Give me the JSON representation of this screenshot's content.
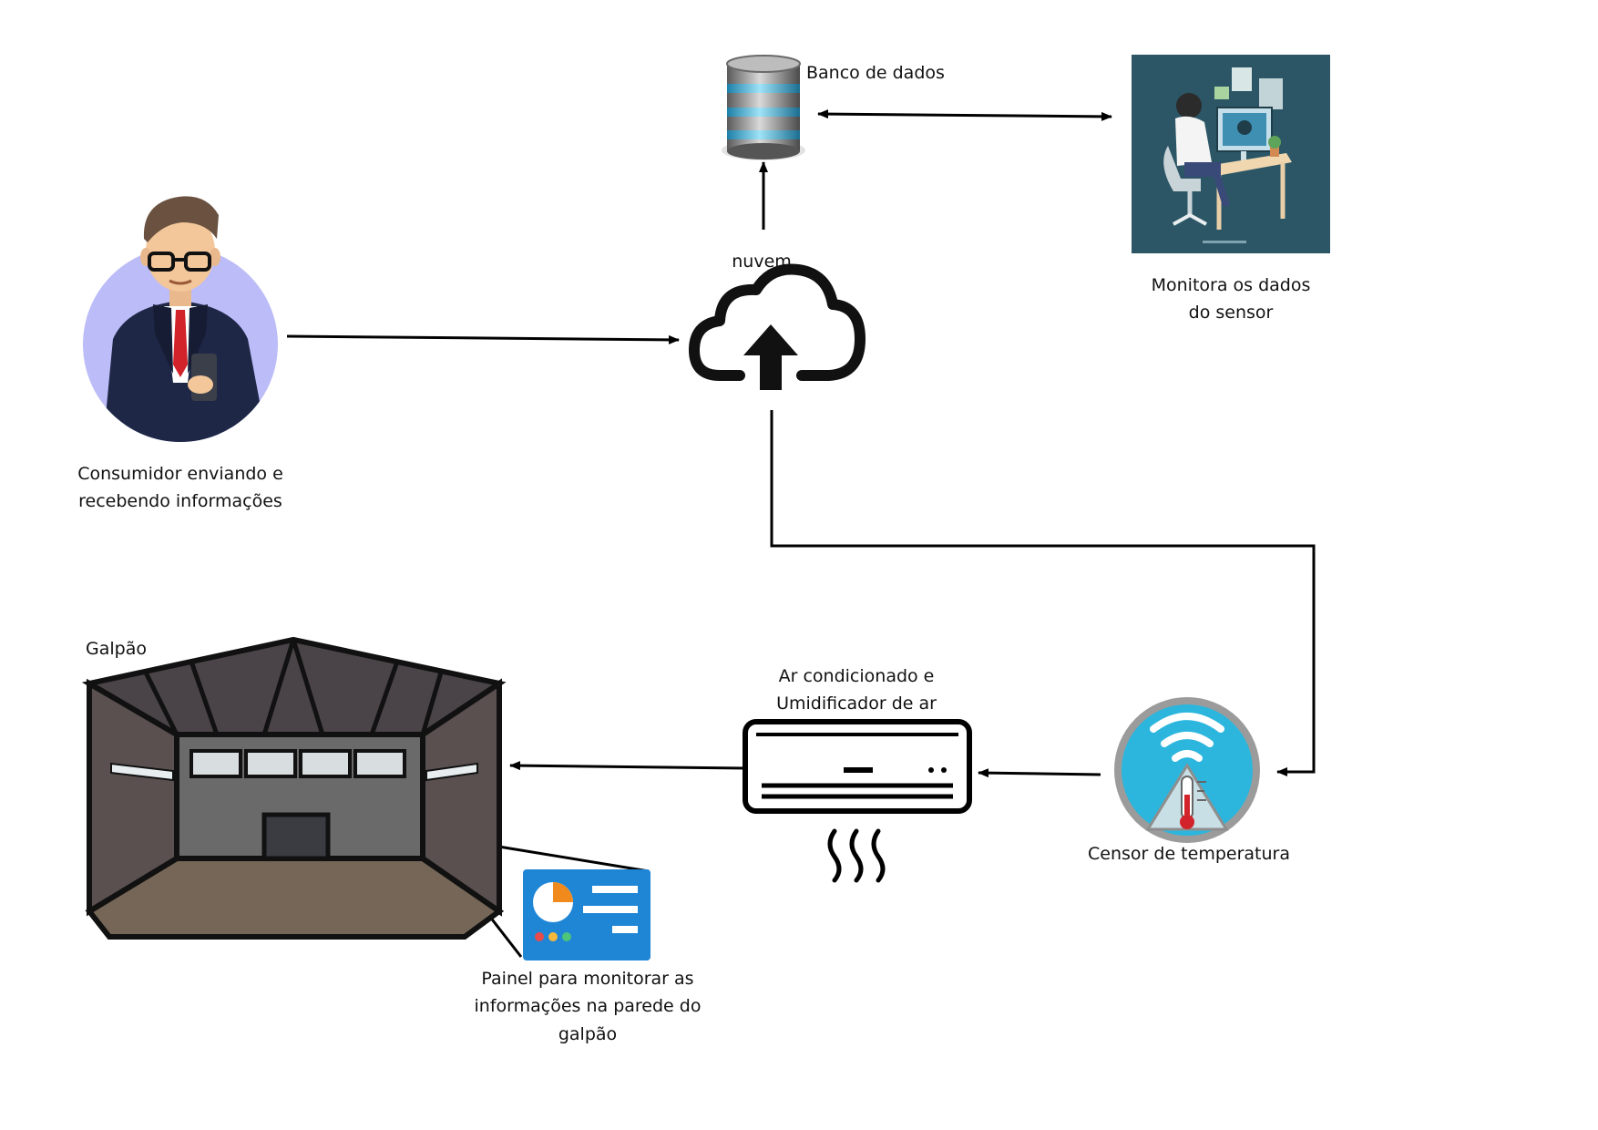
{
  "nodes": {
    "database": {
      "label": "Banco de dados",
      "icon": "database-icon"
    },
    "monitor_person": {
      "label_line1": "Monitora os dados",
      "label_line2": "do sensor",
      "icon": "person-at-computer-illustration"
    },
    "consumer": {
      "label_line1": "Consumidor enviando e",
      "label_line2": "recebendo informações",
      "icon": "businessman-with-phone-icon"
    },
    "cloud": {
      "label": "nuvem",
      "icon": "cloud-upload-icon"
    },
    "warehouse": {
      "label": "Galpão",
      "icon": "warehouse-icon"
    },
    "air_conditioner": {
      "label_line1": "Ar condicionado e",
      "label_line2": "Umidificador de ar",
      "icon": "air-conditioner-icon"
    },
    "temperature_sensor": {
      "label": "Censor de temperatura",
      "icon": "wifi-thermometer-icon"
    },
    "wall_panel": {
      "label_line1": "Painel  para monitorar as",
      "label_line2": "informações na parede do",
      "label_line3": "galpão",
      "icon": "dashboard-panel-icon"
    }
  },
  "connections": [
    {
      "from": "consumer",
      "to": "cloud"
    },
    {
      "from": "cloud",
      "to": "database"
    },
    {
      "from": "database",
      "to": "monitor_person",
      "bidirectional": true
    },
    {
      "from": "cloud",
      "to": "temperature_sensor"
    },
    {
      "from": "temperature_sensor",
      "to": "air_conditioner"
    },
    {
      "from": "air_conditioner",
      "to": "warehouse"
    },
    {
      "from": "warehouse",
      "to": "wall_panel"
    }
  ],
  "colors": {
    "consumer_circle": "#bcbcf8",
    "suit": "#1e2746",
    "tie": "#d2232a",
    "monitor_bg": "#2c5666",
    "sensor_blue": "#2cb6dd",
    "panel_blue": "#1f86d6",
    "panel_orange": "#f08a1c",
    "warehouse_wall": "#6a6a6a",
    "warehouse_floor": "#756657",
    "arrow": "#000000"
  }
}
